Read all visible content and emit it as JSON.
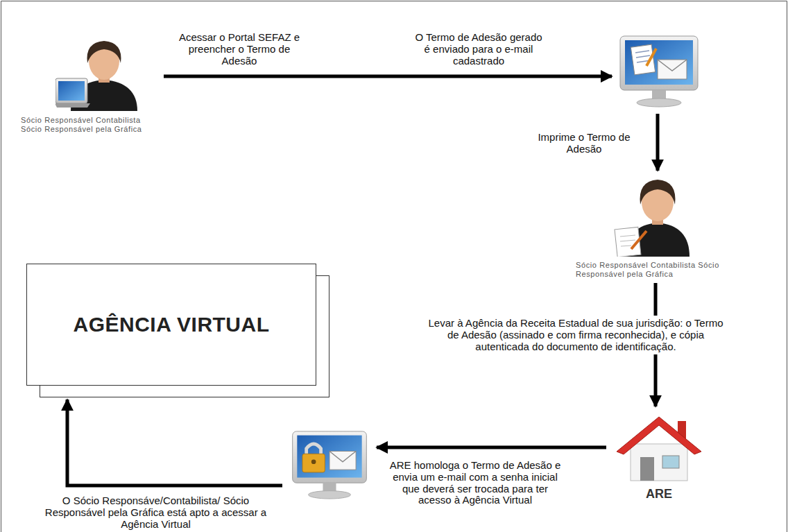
{
  "diagram": {
    "nodes": [
      {
        "text": [
          "Sócio Responsável Contabilista Sócio Responsável pela Gráfica"
        ]
      },
      {
        "text": []
      },
      {
        "text": [
          "Sócio Responsável Contabilista Sócio Responsável pela Gráfica"
        ]
      },
      {
        "text": [
          "ARE"
        ]
      },
      {
        "text": []
      },
      {
        "text": [
          "AGÊNCIA VIRTUAL"
        ]
      }
    ],
    "edges": [
      {
        "from": 0,
        "to": 1,
        "arrow": "to",
        "label": "Acessar o Portal SEFAZ e preencher o Termo de Adesão"
      },
      {
        "from": 1,
        "to": 2,
        "arrow": "to",
        "label": "Imprime o Termo de Adesão"
      },
      {
        "from": 2,
        "to": 3,
        "arrow": "to",
        "label": "Levar à Agência da Receita Estadual de sua jurisdição: o Termo de Adesão (assinado e com firma reconhecida), e cópia autenticada do documento de identificação."
      },
      {
        "from": 3,
        "to": 4,
        "arrow": "to",
        "label": "ARE homologa o Termo de Adesão e envia um e-mail com a senha inicial que deverá ser trocada para ter acesso à Agência Virtual"
      },
      {
        "from": 4,
        "to": 5,
        "arrow": "to",
        "label": "O Sócio Responsáve/Contabilista/ Sócio Responsável pela Gráfica está apto a acessar a Agência Virtual"
      }
    ],
    "labels": [
      "O Termo de Adesão gerado é enviado para o e-mail cadastrado"
    ]
  }
}
